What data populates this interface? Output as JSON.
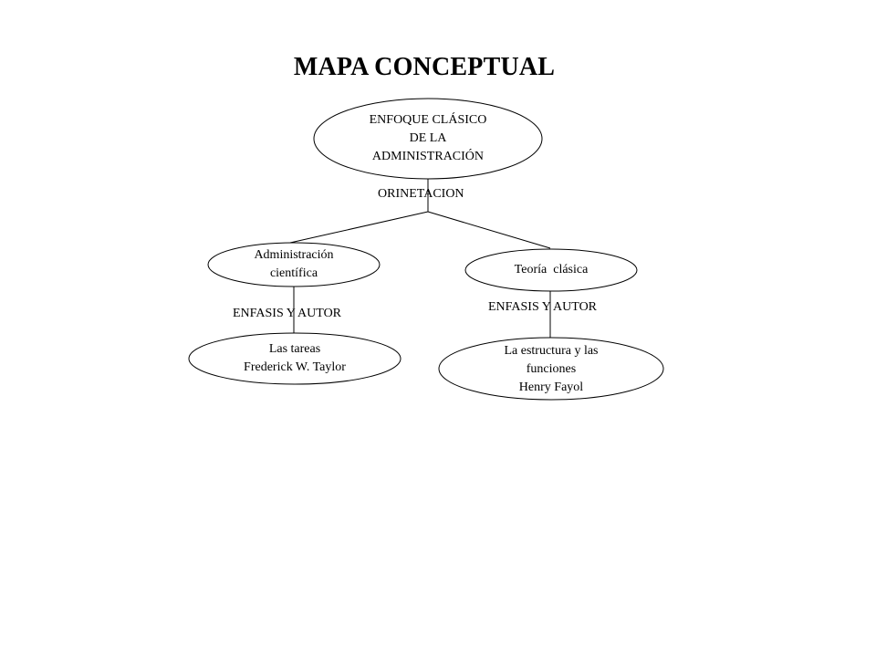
{
  "title": "MAPA CONCEPTUAL",
  "nodes": {
    "root": {
      "lines": [
        "ENFOQUE CLÁSICO",
        "DE LA",
        "ADMINISTRACIÓN"
      ]
    },
    "left": {
      "lines": [
        "Administración",
        "científica"
      ]
    },
    "right": {
      "lines": [
        "Teoría  clásica"
      ]
    },
    "left_child": {
      "lines": [
        "Las tareas",
        "Frederick W. Taylor"
      ]
    },
    "right_child": {
      "lines": [
        "La estructura y las",
        "funciones",
        "Henry Fayol"
      ]
    }
  },
  "links": {
    "root_to_branches": "ORINETACION",
    "left_emphasis": "ENFASIS Y AUTOR",
    "right_emphasis": "ENFASIS Y AUTOR"
  },
  "colors": {
    "stroke": "#000000",
    "background": "#ffffff"
  }
}
